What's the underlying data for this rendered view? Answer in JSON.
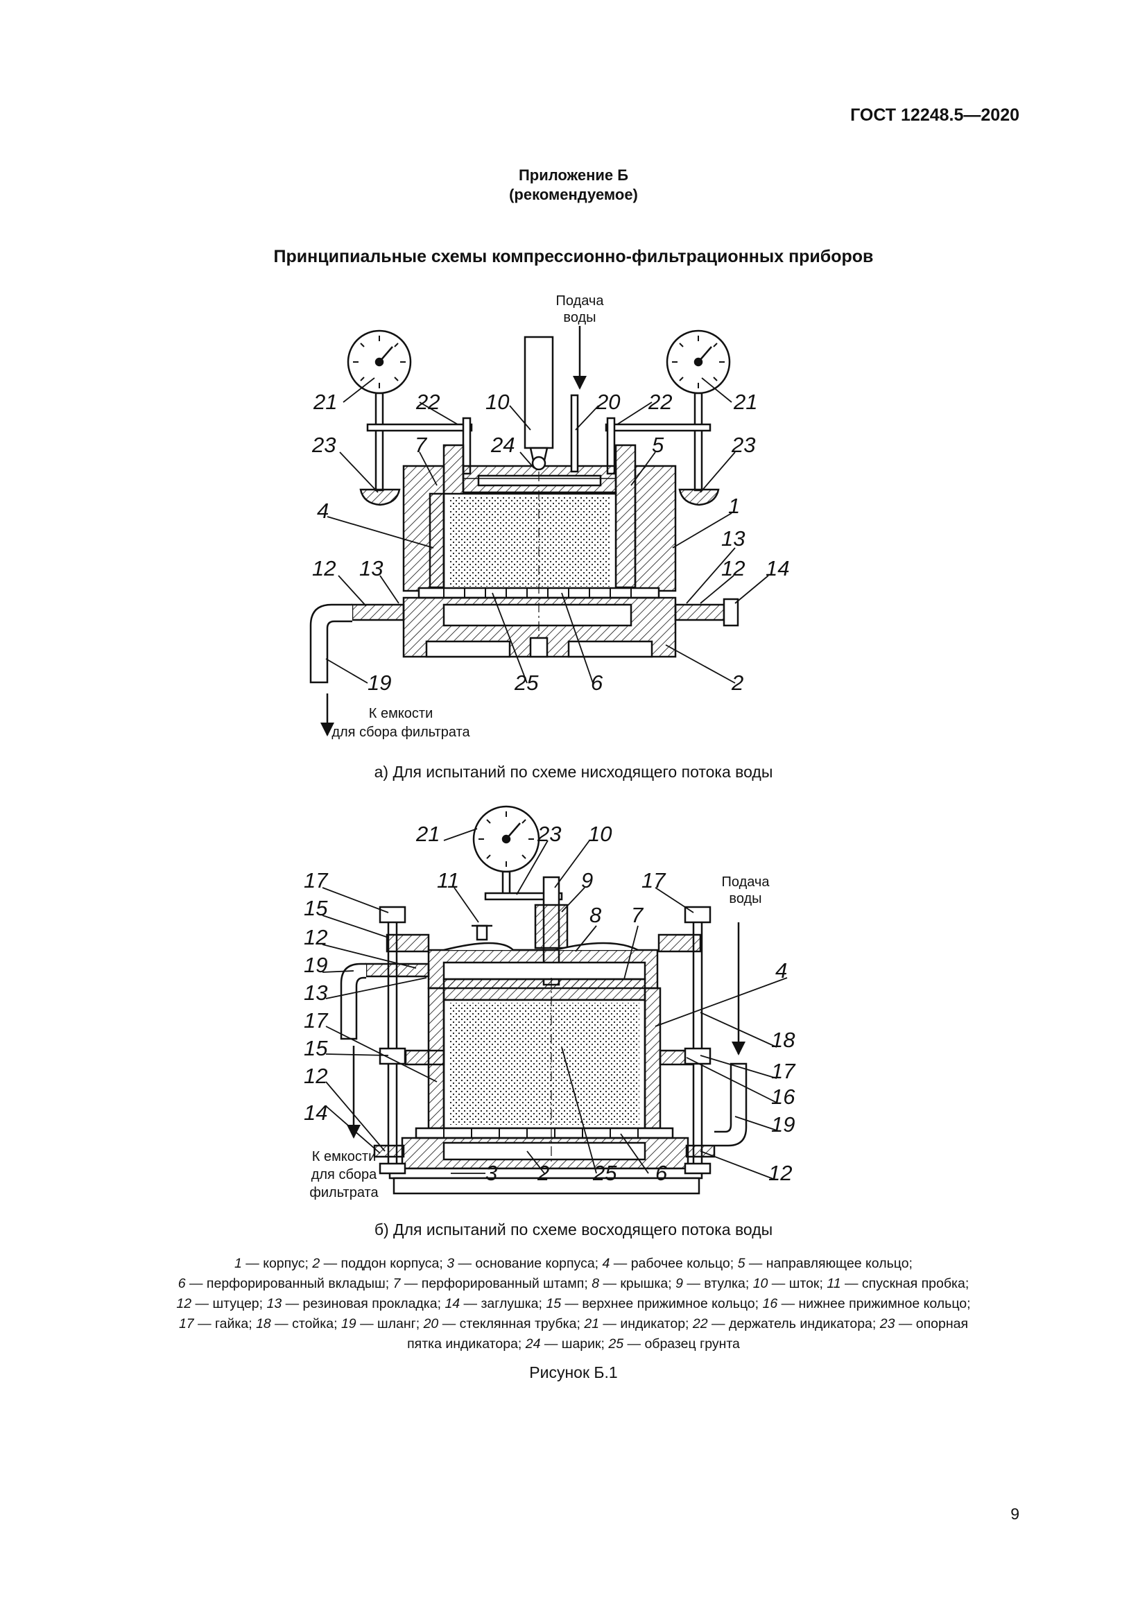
{
  "header": {
    "standard": "ГОСТ 12248.5—2020"
  },
  "appendix": {
    "title": "Приложение Б",
    "status": "(рекомендуемое)"
  },
  "section_title": "Принципиальные схемы компрессионно-фильтрационных приборов",
  "figure_a": {
    "caption": "а) Для испытаний по схеме нисходящего потока воды",
    "water_supply": [
      "Подача",
      "воды"
    ],
    "outlet": [
      "К емкости",
      "для сбора фильтрата"
    ],
    "callouts": [
      "21",
      "22",
      "10",
      "20",
      "22",
      "21",
      "23",
      "7",
      "24",
      "5",
      "23",
      "4",
      "1",
      "12",
      "13",
      "13",
      "12",
      "14",
      "19",
      "25",
      "6",
      "2"
    ]
  },
  "figure_b": {
    "caption": "б) Для испытаний по схеме восходящего потока воды",
    "water_supply": [
      "Подача",
      "воды"
    ],
    "outlet": [
      "К емкости",
      "для сбора",
      "фильтрата"
    ],
    "callouts": [
      "21",
      "23",
      "10",
      "11",
      "9",
      "17",
      "15",
      "8",
      "7",
      "17",
      "12",
      "19",
      "4",
      "13",
      "17",
      "18",
      "15",
      "17",
      "12",
      "16",
      "14",
      "19",
      "3",
      "2",
      "25",
      "6",
      "12"
    ]
  },
  "legend": [
    {
      "num": "1",
      "text": " — корпус; "
    },
    {
      "num": "2",
      "text": " — поддон корпуса; "
    },
    {
      "num": "3",
      "text": " — основание корпуса; "
    },
    {
      "num": "4",
      "text": " — рабочее кольцо; "
    },
    {
      "num": "5",
      "text": " — направляющее кольцо;"
    },
    {
      "num": "6",
      "text": " — перфорированный вкладыш; "
    },
    {
      "num": "7",
      "text": " — перфорированный штамп; "
    },
    {
      "num": "8",
      "text": " — крышка; "
    },
    {
      "num": "9",
      "text": " — втулка; "
    },
    {
      "num": "10",
      "text": " — шток; "
    },
    {
      "num": "11",
      "text": " — спускная пробка;"
    },
    {
      "num": "12",
      "text": " — штуцер; "
    },
    {
      "num": "13",
      "text": " — резиновая прокладка; "
    },
    {
      "num": "14",
      "text": " — заглушка; "
    },
    {
      "num": "15",
      "text": " — верхнее прижимное кольцо; "
    },
    {
      "num": "16",
      "text": " — нижнее прижимное кольцо;"
    },
    {
      "num": "17",
      "text": " — гайка; "
    },
    {
      "num": "18",
      "text": " — стойка; "
    },
    {
      "num": "19",
      "text": " — шланг; "
    },
    {
      "num": "20",
      "text": " — стеклянная трубка; "
    },
    {
      "num": "21",
      "text": " — индикатор; "
    },
    {
      "num": "22",
      "text": " — держатель индикатора; "
    },
    {
      "num": "23",
      "text": " — опорная"
    },
    {
      "num": "",
      "text": "пятка индикатора; "
    },
    {
      "num": "24",
      "text": " — шарик; "
    },
    {
      "num": "25",
      "text": " — образец грунта"
    }
  ],
  "figure_label": "Рисунок Б.1",
  "page_number": "9"
}
